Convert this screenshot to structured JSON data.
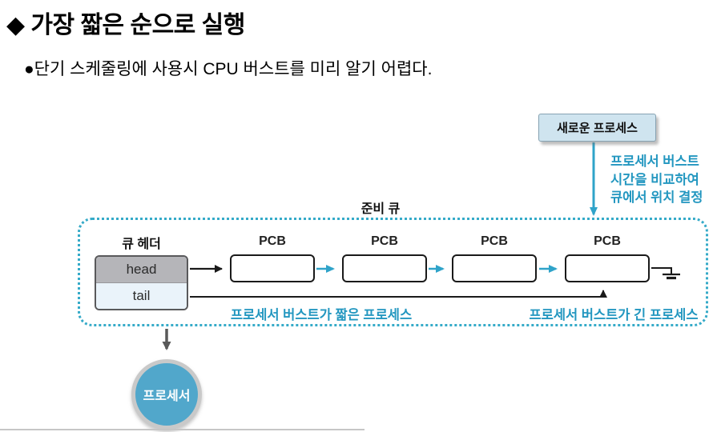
{
  "slide": {
    "title": "◆ 가장 짧은 순으로 실행",
    "bullet": "●단기 스케줄링에 사용시 CPU 버스트를 미리 알기 어렵다."
  },
  "diagram": {
    "new_process_label": "새로운 프로세스",
    "annotation_lines": [
      "프로세서 버스트",
      "시간을 비교하여",
      "큐에서 위치 결정"
    ],
    "ready_queue_label": "준비 큐",
    "queue_header_label": "큐 헤더",
    "head_label": "head",
    "tail_label": "tail",
    "pcb_labels": [
      "PCB",
      "PCB",
      "PCB",
      "PCB"
    ],
    "short_burst_note": "프로세서 버스트가 짧은 프로세스",
    "long_burst_note": "프로세서 버스트가 긴 프로세스",
    "processor_label": "프로세서",
    "colors": {
      "queue_dash_teal": "#35aac8",
      "annotation_blue": "#2397c0",
      "arrow_teal": "#2fa3c9",
      "arrow_black": "#1a1a1a",
      "arrow_gray": "#595959",
      "new_process_fill": "#cfe4ef",
      "processor_fill": "#51a7cb",
      "head_row_fill": "#b5b5b9",
      "tail_row_fill": "#eaf3fa"
    }
  }
}
